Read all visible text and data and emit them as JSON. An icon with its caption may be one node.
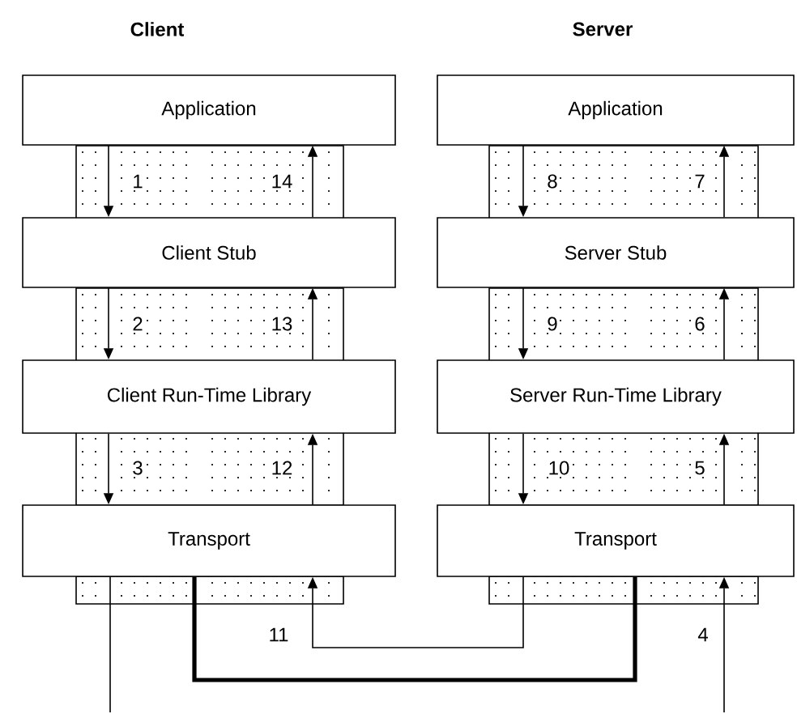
{
  "diagram": {
    "nodes": [
      {
        "text": [
          "Application"
        ]
      },
      {
        "text": [
          "Client Stub"
        ]
      },
      {
        "text": [
          "Client Run-Time Library"
        ]
      },
      {
        "text": [
          "Transport"
        ]
      },
      {
        "text": [
          "Application"
        ]
      },
      {
        "text": [
          "Server Stub"
        ]
      },
      {
        "text": [
          "Server Run-Time Library"
        ]
      },
      {
        "text": [
          "Transport"
        ]
      }
    ],
    "edges": [
      {
        "from": 0,
        "to": 1,
        "arrow": "to",
        "label": "1"
      },
      {
        "from": 1,
        "to": 2,
        "arrow": "to",
        "label": "2"
      },
      {
        "from": 2,
        "to": 3,
        "arrow": "to",
        "label": "3"
      },
      {
        "from": null,
        "to": 7,
        "arrow": "to",
        "label": "4"
      },
      {
        "from": 7,
        "to": 6,
        "arrow": "to",
        "label": "5"
      },
      {
        "from": 6,
        "to": 5,
        "arrow": "to",
        "label": "6"
      },
      {
        "from": 5,
        "to": 4,
        "arrow": "to",
        "label": "7"
      },
      {
        "from": 4,
        "to": 5,
        "arrow": "to",
        "label": "8"
      },
      {
        "from": 5,
        "to": 6,
        "arrow": "to",
        "label": "9"
      },
      {
        "from": 6,
        "to": 7,
        "arrow": "to",
        "label": "10"
      },
      {
        "from": 7,
        "to": 3,
        "arrow": "to",
        "label": "11"
      },
      {
        "from": 3,
        "to": 2,
        "arrow": "to",
        "label": "12"
      },
      {
        "from": 2,
        "to": 1,
        "arrow": "to",
        "label": "13"
      },
      {
        "from": 1,
        "to": 0,
        "arrow": "to",
        "label": "14"
      },
      {
        "from": 3,
        "to": 7,
        "arrow": "none",
        "style": "thick"
      },
      {
        "from": 3,
        "to": null,
        "arrow": "none"
      }
    ],
    "labels": [
      "Client",
      "Server"
    ]
  }
}
